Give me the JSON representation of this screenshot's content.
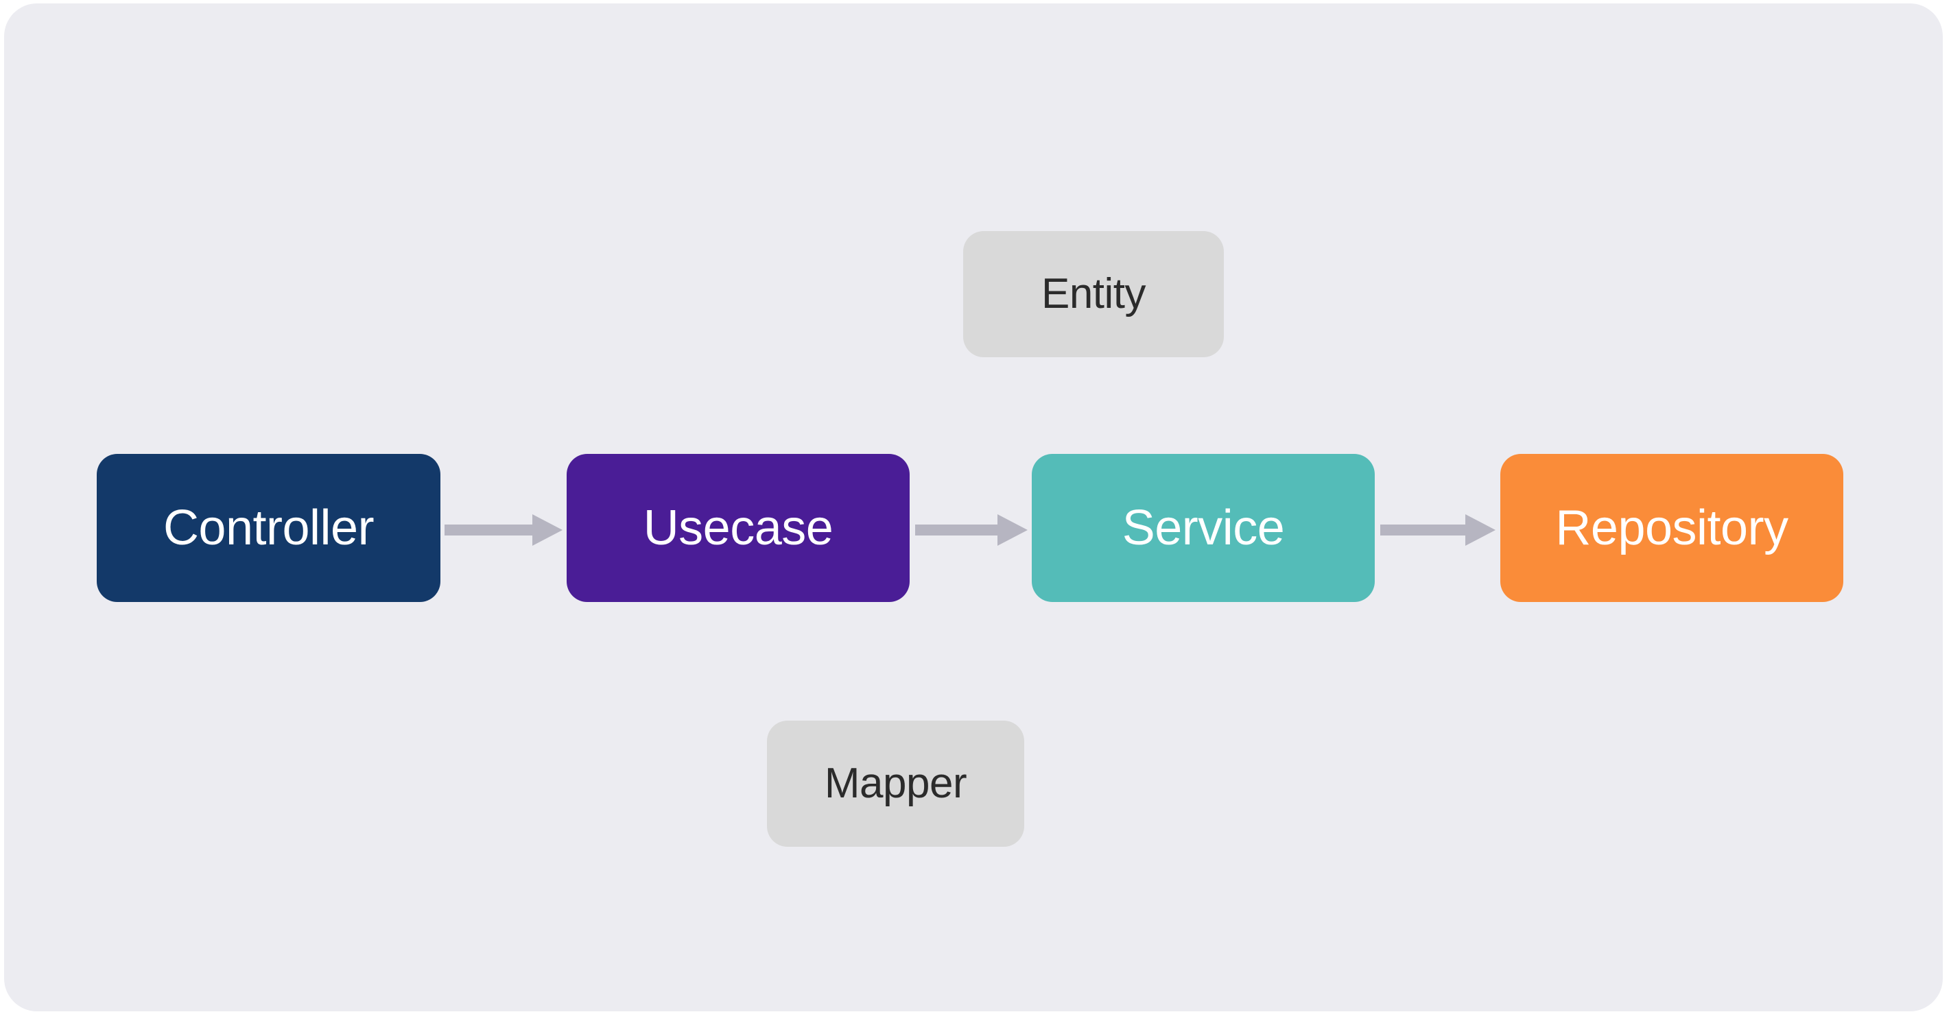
{
  "page": {
    "background": "#FFFFFF"
  },
  "panel": {
    "background": "#ECECF1"
  },
  "diagram": {
    "type": "flow",
    "arrow_color": "#B6B5C1",
    "nodes": {
      "controller": {
        "label": "Controller",
        "bg": "#133969",
        "text": "#FFFFFF"
      },
      "usecase": {
        "label": "Usecase",
        "bg": "#4A1D96",
        "text": "#FFFFFF"
      },
      "service": {
        "label": "Service",
        "bg": "#54BCB8",
        "text": "#FFFFFF"
      },
      "repository": {
        "label": "Repository",
        "bg": "#FA8C39",
        "text": "#FFFFFF"
      },
      "entity": {
        "label": "Entity",
        "bg": "#D9D9D9",
        "text": "#2B2B2B"
      },
      "mapper": {
        "label": "Mapper",
        "bg": "#D9D9D9",
        "text": "#2B2B2B"
      }
    },
    "arrows": [
      {
        "from": "controller",
        "to": "usecase"
      },
      {
        "from": "usecase",
        "to": "service"
      },
      {
        "from": "service",
        "to": "repository"
      }
    ]
  }
}
